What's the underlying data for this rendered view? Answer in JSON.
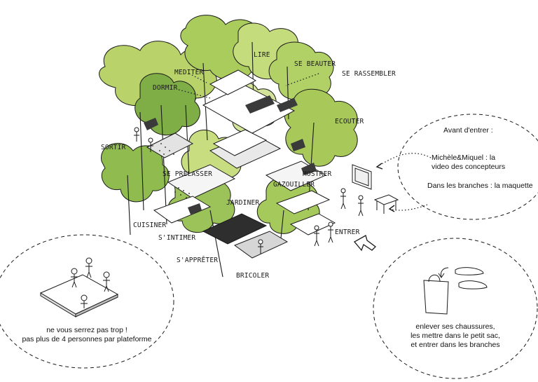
{
  "labels": {
    "mediter": "MEDITER",
    "lire": "LIRE",
    "se_beauter": "SE BEAUTER",
    "se_rassembler": "SE RASSEMBLER",
    "dormir": "DORMIR",
    "ecouter": "ECOUTER",
    "sortir": "SORTIR",
    "se_prelasser": "SE PRELASSER",
    "gazouiller": "GAZOUILLER",
    "mostrer": "MOSTRER",
    "jardiner": "JARDINER",
    "cuisiner": "CUISINER",
    "sintimer": "S'INTIMER",
    "entrer": "ENTRER",
    "sapprete": "S'APPRÊTER",
    "bricoler": "BRICOLER"
  },
  "bubbles": {
    "intro": {
      "title": "Avant d'entrer :",
      "item1_line1": "Michèle&Miquel : la",
      "item1_line2": "video des concepteurs",
      "item2": "Dans les branches : la maquette"
    },
    "platform": {
      "line1": "ne vous serrez pas trop !",
      "line2": "pas plus de 4 personnes par plateforme"
    },
    "shoes": {
      "line1": "enlever ses chaussures,",
      "line2": "les mettre dans le petit sac,",
      "line3": "et entrer dans les branches"
    }
  },
  "colors": {
    "foliage_light": "#c9dc7a",
    "foliage_mid": "#9cc25a",
    "foliage_dark": "#6f9e3c",
    "ink": "#1a1a1a",
    "shadow": "#3a3a3a"
  }
}
